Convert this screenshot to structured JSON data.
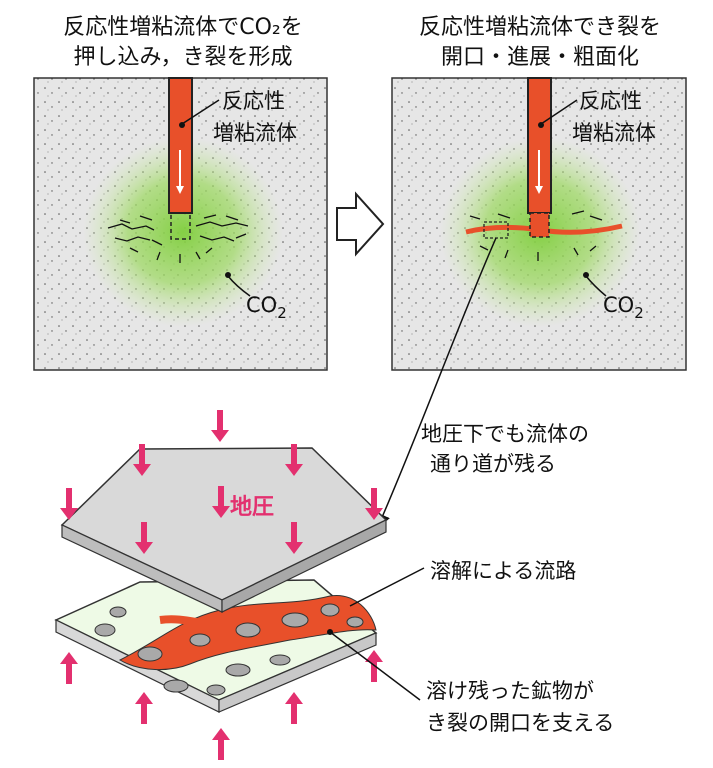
{
  "left_panel": {
    "title_line1": "反応性増粘流体でCO₂を",
    "title_line2": "押し込み，き裂を形成",
    "fluid_label_line1": "反応性",
    "fluid_label_line2": "増粘流体",
    "co2_label": "CO",
    "co2_sub": "2"
  },
  "right_panel": {
    "title_line1": "反応性増粘流体でき裂を",
    "title_line2": "開口・進展・粗面化",
    "fluid_label_line1": "反応性",
    "fluid_label_line2": "増粘流体",
    "co2_label": "CO",
    "co2_sub": "2"
  },
  "bottom": {
    "callout_line1": "地圧下でも流体の",
    "callout_line2": "通り道が残る",
    "pressure_label": "地圧",
    "dissolution_label": "溶解による流路",
    "mineral_line1": "溶け残った鉱物が",
    "mineral_line2": "き裂の開口を支える"
  },
  "colors": {
    "pipe": "#e8502a",
    "pressure_arrow": "#e3306f",
    "co2_cloud": "#7fce3c",
    "rock": "#e8e8e8"
  },
  "icons": [
    "process-arrow-icon",
    "pressure-arrow-icon"
  ]
}
